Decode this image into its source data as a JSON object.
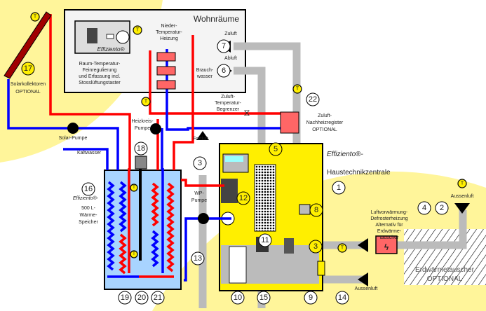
{
  "colors": {
    "supply_hot": "#ff0000",
    "return_cold": "#0000ff",
    "air_duct": "#bbbbbb",
    "unit": "#ffef00",
    "tank": "#a8d4ff",
    "background_zone": "#fff59a"
  },
  "rooms": {
    "title": "Wohnräume",
    "controller_brand": "Effiziento®",
    "controller_text": [
      "Raum-Temperatur-",
      "Feinregulierung",
      "und Erfassung incl.",
      "Stosslüftungstaster"
    ],
    "heating_label": [
      "Nieder-",
      "Temperatur-",
      "Heizung"
    ],
    "hot_water_label": [
      "Brauch-",
      "wasser"
    ],
    "supply_air": "Zuluft",
    "exhaust_air": "Abluft"
  },
  "unit": {
    "brand": "Effiziento®-",
    "name": "Haustechnikzentrale"
  },
  "tank": {
    "brand": "Effiziento®-",
    "text": [
      "500 L-",
      "Wärme-",
      "Speicher"
    ]
  },
  "labels": {
    "solar": [
      "Solarkollektoren",
      "OPTIONAL"
    ],
    "solar_pump": "Solar-Pumpe",
    "cold_water": "Kaltwasser",
    "heating_pump": [
      "Heizkreis-",
      "Pumpe"
    ],
    "hp_pump": [
      "WP-",
      "Pumpe"
    ],
    "exhaust_out": "Fortluft",
    "supply_limiter": [
      "Zuluft-",
      "Temperatur-",
      "Begrenzer"
    ],
    "reheater": [
      "Zuluft-",
      "Nachheizregister",
      "OPTIONAL"
    ],
    "outside_air_in": "Aussenluft",
    "outside_air_out": "Aussenluft",
    "preheat": [
      "Luftvorwärmung-",
      "Defrosterheizung",
      "Alternativ für",
      "Erdwärme-",
      "tauscher"
    ],
    "ground_hx": [
      "Erdwärmetauscher",
      "OPTIONAL"
    ],
    "sensor": "T"
  },
  "numbers": {
    "n1": "1",
    "n2": "2",
    "n3": "3",
    "n3b": "3",
    "n4": "4",
    "n5": "5",
    "n6": "6",
    "n7": "7",
    "n8": "8",
    "n9": "9",
    "n10": "10",
    "n11": "11",
    "n12": "12",
    "n13": "13",
    "n14": "14",
    "n15": "15",
    "n16": "16",
    "n17": "17",
    "n18": "18",
    "n19": "19",
    "n20": "20",
    "n21": "21",
    "n22": "22"
  }
}
